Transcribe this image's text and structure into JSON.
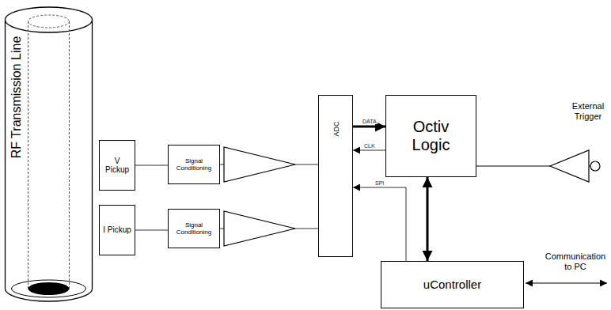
{
  "diagram": {
    "nodes": [
      {
        "text": [
          "RF Transmission Line"
        ]
      },
      {
        "text": [
          "V Pickup"
        ]
      },
      {
        "text": [
          "Signal Conditioning"
        ]
      },
      {
        "text": [
          "I Pickup"
        ]
      },
      {
        "text": [
          "Signal Conditioning"
        ]
      },
      {
        "text": [
          "ADC"
        ]
      },
      {
        "text": [
          "Octiv Logic"
        ]
      },
      {
        "text": [
          "uController"
        ]
      }
    ],
    "edges": [
      {
        "from": 1,
        "to": 2,
        "arrow": "none"
      },
      {
        "from": 2,
        "to": 5,
        "arrow": "none"
      },
      {
        "from": 3,
        "to": 4,
        "arrow": "none"
      },
      {
        "from": 4,
        "to": 5,
        "arrow": "none"
      },
      {
        "from": 5,
        "to": 6,
        "label": "DATA",
        "arrow": "to"
      },
      {
        "from": 6,
        "to": 5,
        "label": "CLK",
        "arrow": "to"
      },
      {
        "from": 7,
        "to": 5,
        "label": "SPI",
        "arrow": "to"
      },
      {
        "from": 6,
        "to": 7,
        "arrow": "both"
      }
    ],
    "labels": [
      "External Trigger",
      "Communication to PC"
    ]
  }
}
